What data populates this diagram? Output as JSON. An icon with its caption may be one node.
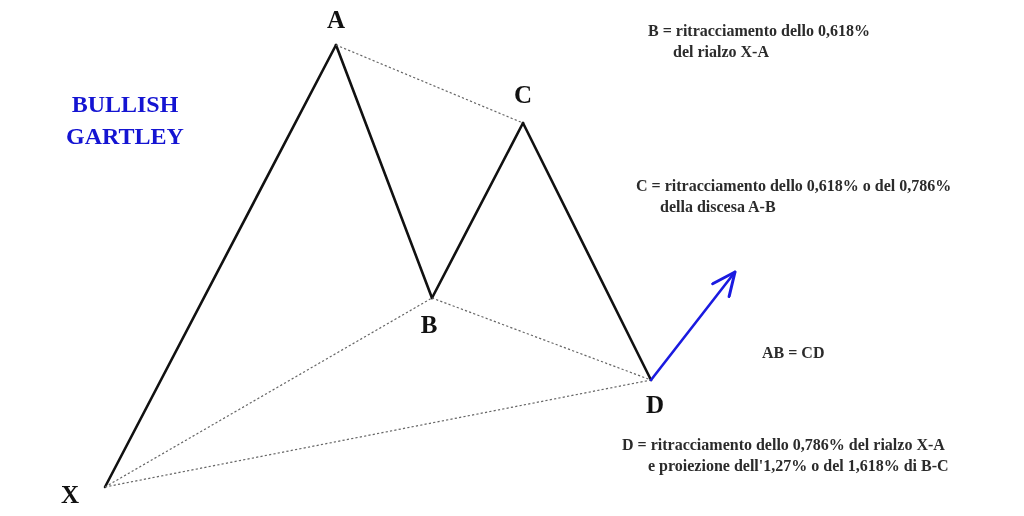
{
  "diagram": {
    "title": "BULLISH GARTLEY",
    "nodes": [
      {
        "text": [
          "X"
        ]
      },
      {
        "text": [
          "A"
        ]
      },
      {
        "text": [
          "B"
        ]
      },
      {
        "text": [
          "C"
        ]
      },
      {
        "text": [
          "D"
        ]
      }
    ],
    "edges": [
      {
        "from": 0,
        "to": 1,
        "arrow": "none"
      },
      {
        "from": 1,
        "to": 2,
        "arrow": "none"
      },
      {
        "from": 2,
        "to": 3,
        "arrow": "none"
      },
      {
        "from": 3,
        "to": 4,
        "arrow": "none"
      },
      {
        "from": 1,
        "to": 3,
        "arrow": "none",
        "style": "dashed",
        "color": "#666666"
      },
      {
        "from": 0,
        "to": 2,
        "arrow": "none",
        "style": "dashed",
        "color": "#666666"
      },
      {
        "from": 2,
        "to": 4,
        "arrow": "none",
        "style": "dashed",
        "color": "#666666"
      },
      {
        "from": 0,
        "to": 4,
        "arrow": "none",
        "style": "dashed",
        "color": "#666666"
      },
      {
        "from": 4,
        "to": null,
        "arrow": "to",
        "color": "#1a1ae0"
      }
    ],
    "labels": [
      "B = ritracciamento dello 0,618% del rialzo X-A",
      "C = ritracciamento dello 0,618% o del 0,786% della discesa A-B",
      "AB = CD",
      "D = ritracciamento dello 0,786% del rialzo X-A e proiezione dell'1,27% o del 1,618% di B-C"
    ]
  }
}
